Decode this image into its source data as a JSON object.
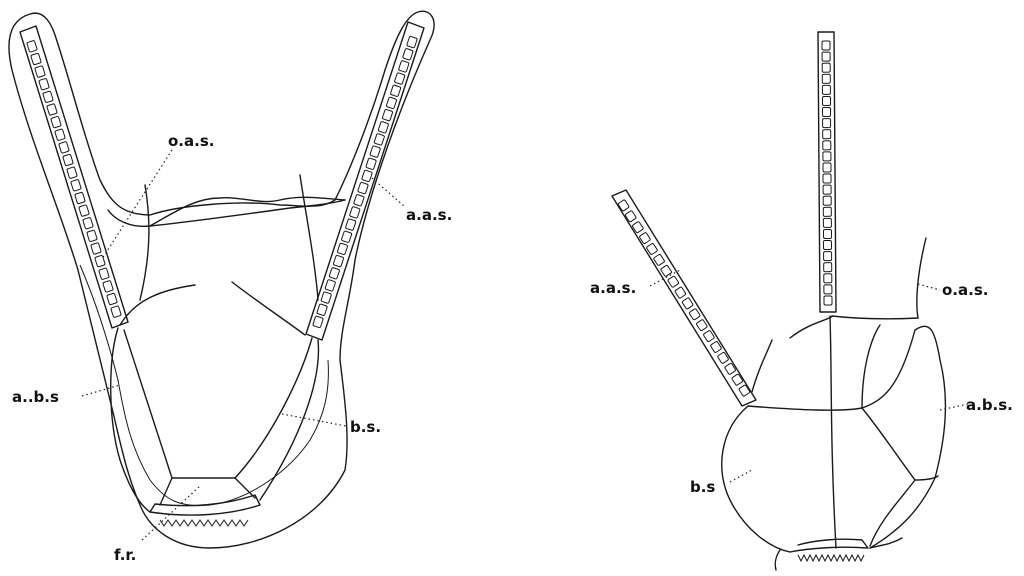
{
  "colors": {
    "ink": "#1a1a1a",
    "background": "#ffffff"
  },
  "figures": {
    "left": {
      "labels": {
        "oas": "o.a.s.",
        "aas": "a.a.s.",
        "abs": "a..b.s",
        "bs": "b.s.",
        "fr": "f.r."
      }
    },
    "right": {
      "labels": {
        "aas": "a.a.s.",
        "oas": "o.a.s.",
        "abs": "a.b.s.",
        "bs": "b.s"
      }
    }
  }
}
